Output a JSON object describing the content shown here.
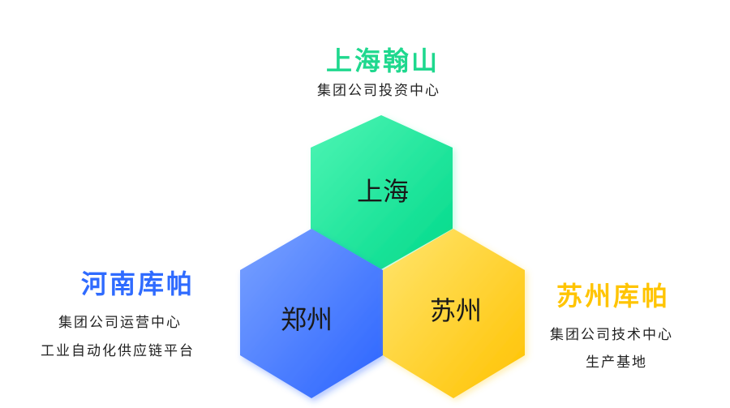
{
  "top": {
    "title": "上海翰山",
    "title_color": "#1fd88e",
    "lines": [
      "集团公司投资中心"
    ]
  },
  "left": {
    "title": "河南库帕",
    "title_color": "#2f6bff",
    "lines": [
      "集团公司运营中心",
      "工业自动化供应链平台"
    ]
  },
  "right": {
    "title": "苏州库帕",
    "title_color": "#ffc400",
    "lines": [
      "集团公司技术中心",
      "生产基地"
    ]
  },
  "hexagons": [
    {
      "label": "上海",
      "color_start": "#4ef5b4",
      "color_end": "#00d98a"
    },
    {
      "label": "郑州",
      "color_start": "#7aa2ff",
      "color_end": "#2a63ff"
    },
    {
      "label": "苏州",
      "color_start": "#ffe36a",
      "color_end": "#ffc300"
    }
  ]
}
